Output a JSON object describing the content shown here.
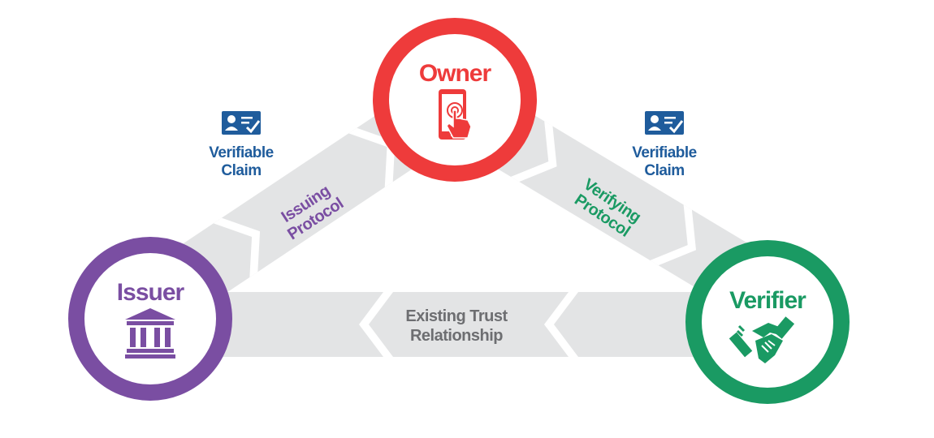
{
  "colors": {
    "owner": "#ee3b3b",
    "issuer": "#7a4ea2",
    "verifier": "#1a9a63",
    "claim": "#1f5c9c",
    "band": "#e3e4e5",
    "trust_text": "#6d6e71"
  },
  "nodes": {
    "owner": {
      "label": "Owner",
      "icon": "phone-touch-icon"
    },
    "issuer": {
      "label": "Issuer",
      "icon": "bank-icon"
    },
    "verifier": {
      "label": "Verifier",
      "icon": "handshake-icon"
    }
  },
  "claims": {
    "left": {
      "line1": "Verifiable",
      "line2": "Claim",
      "icon": "id-card-check-icon"
    },
    "right": {
      "line1": "Verifiable",
      "line2": "Claim",
      "icon": "id-card-check-icon"
    }
  },
  "edges": {
    "issuing": {
      "line1": "Issuing",
      "line2": "Protocol"
    },
    "verifying": {
      "line1": "Verifying",
      "line2": "Protocol"
    },
    "trust": {
      "line1": "Existing Trust",
      "line2": "Relationship"
    }
  }
}
